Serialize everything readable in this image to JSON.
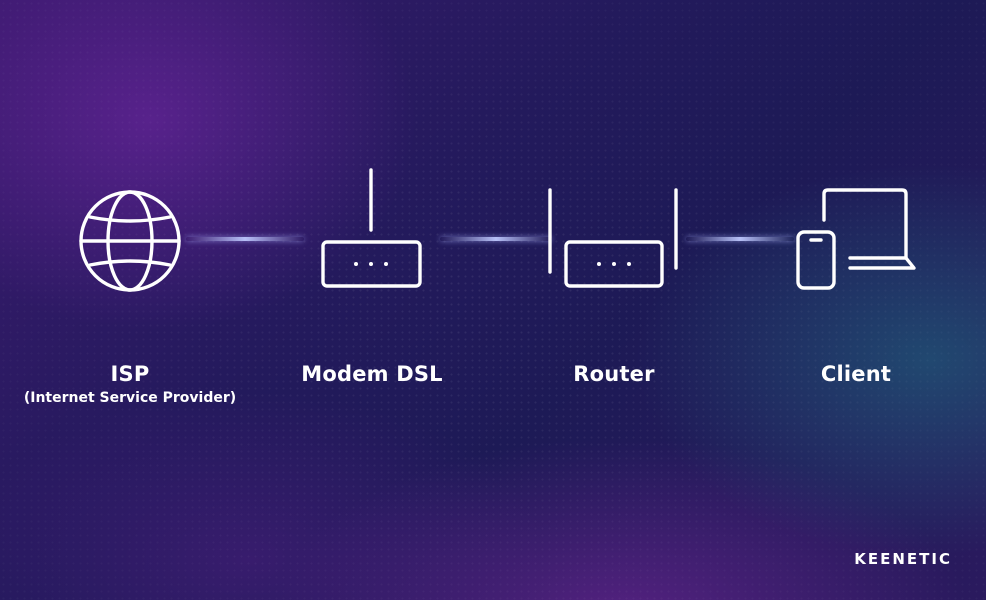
{
  "nodes": [
    {
      "label": "ISP",
      "sublabel": "(Internet Service Provider)",
      "icon": "globe-icon"
    },
    {
      "label": "Modem DSL",
      "icon": "dsl-modem-icon"
    },
    {
      "label": "Router",
      "icon": "router-icon"
    },
    {
      "label": "Client",
      "icon": "laptop-phone-icon"
    }
  ],
  "brand": "KEENETIC",
  "colors": {
    "background": "#231654",
    "foreground": "#ffffff",
    "connector": "#bec8ff"
  }
}
